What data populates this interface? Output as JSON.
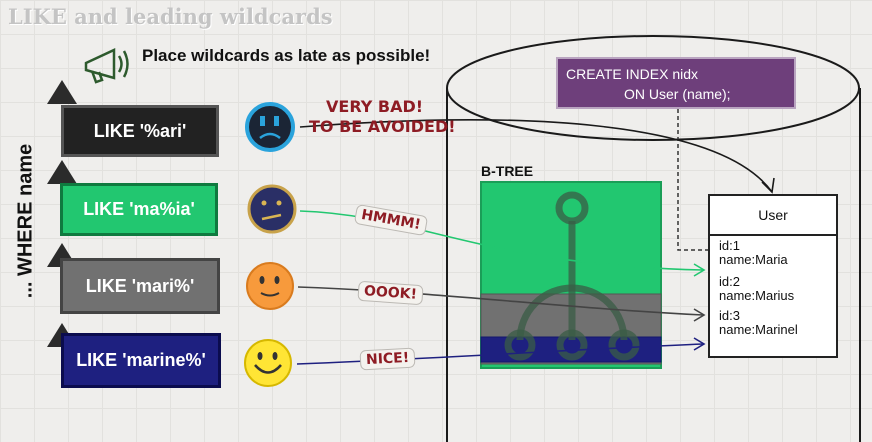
{
  "title": "LIKE and leading wildcards",
  "tip": "Place wildcards as late as possible!",
  "where_label": "... WHERE name",
  "patterns": [
    {
      "text": "LIKE '%ari'",
      "verdict": "VERY BAD!",
      "verdict2": "TO BE AVOIDED!",
      "mood": "sad",
      "color": "#222222"
    },
    {
      "text": "LIKE 'ma%ia'",
      "verdict": "HMMM!",
      "mood": "meh",
      "color": "#22c770"
    },
    {
      "text": "LIKE 'mari%'",
      "verdict": "OOOK!",
      "mood": "neutral",
      "color": "#717171"
    },
    {
      "text": "LIKE 'marine%'",
      "verdict": "NICE!",
      "mood": "happy",
      "color": "#1e2080"
    }
  ],
  "create_index": {
    "line1": "CREATE INDEX nidx",
    "line2": "ON User (name);"
  },
  "btree_label": "B-TREE",
  "table": {
    "name": "User",
    "rows": [
      {
        "id": "id:1",
        "name": "name:Maria"
      },
      {
        "id": "id:2",
        "name": "name:Marius"
      },
      {
        "id": "id:3",
        "name": "name:Marinel"
      }
    ]
  },
  "colors": {
    "avoid_label": "#8e1c24",
    "green": "#22c770",
    "gray": "#717171",
    "navy": "#1e2080",
    "purple": "#6e3f7b"
  }
}
